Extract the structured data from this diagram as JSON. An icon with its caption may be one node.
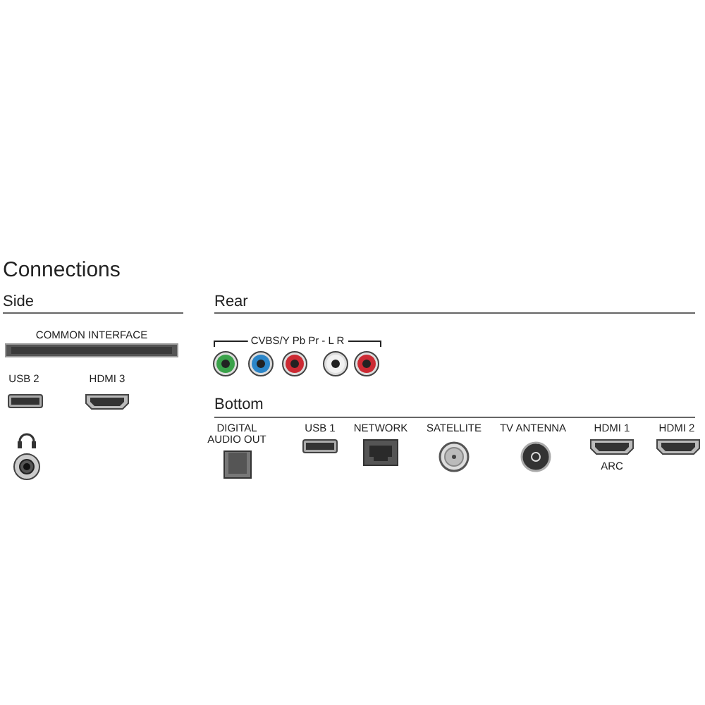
{
  "diagram": {
    "title": "Connections",
    "labels": [
      "Side",
      "Rear",
      "COMMON INTERFACE",
      "CVBS/Y Pb Pr - L R",
      "USB 2",
      "HDMI 3",
      "Bottom",
      "DIGITAL AUDIO OUT",
      "USB 1",
      "NETWORK",
      "SATELLITE",
      "TV ANTENNA",
      "HDMI 1",
      "HDMI 2",
      "ARC"
    ]
  }
}
